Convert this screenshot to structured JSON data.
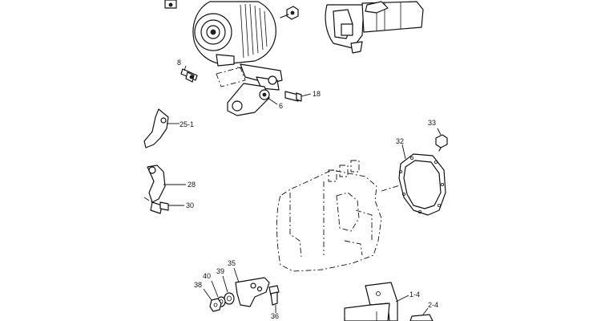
{
  "callouts": {
    "c8": "8",
    "c18": "18",
    "c6": "6",
    "c25_1": "25-1",
    "c28": "28",
    "c30": "30",
    "c33": "33",
    "c32": "32",
    "c35": "35",
    "c39": "39",
    "c40": "40",
    "c38": "38",
    "c36": "36",
    "c1_4": "1-4",
    "c2_4": "2-4"
  }
}
